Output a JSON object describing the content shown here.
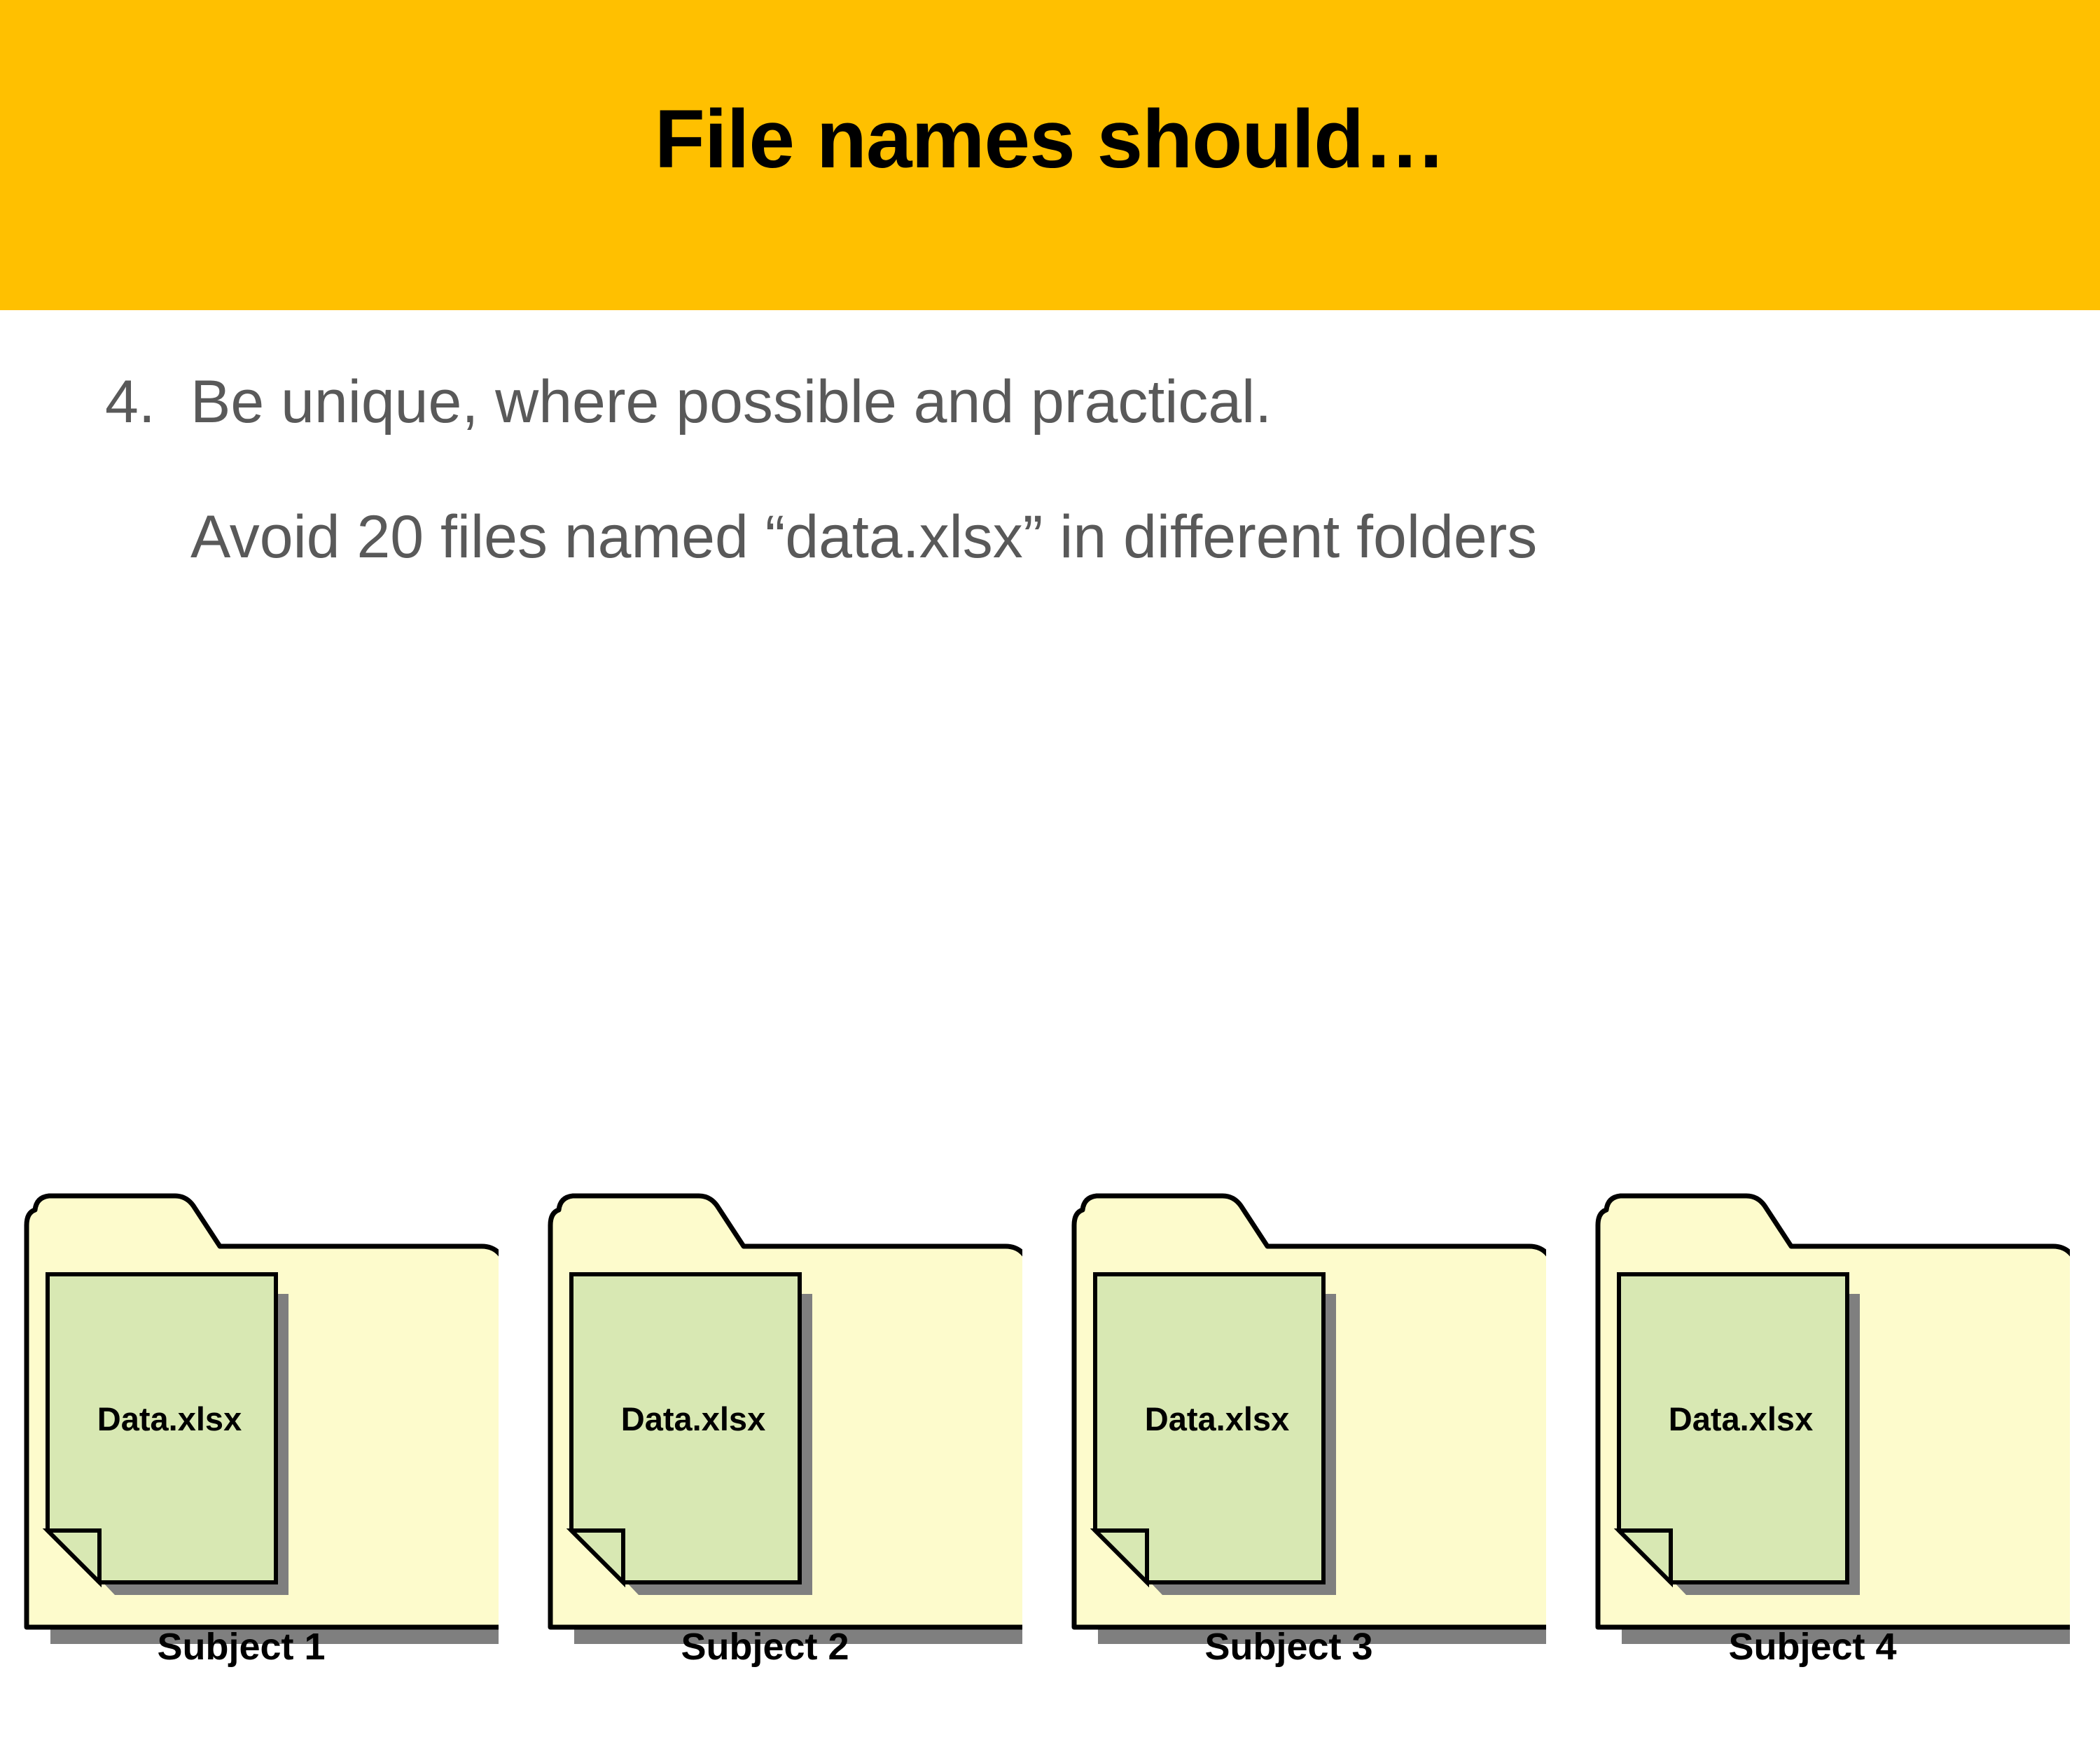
{
  "slide": {
    "title": "File names should…",
    "background_color": "#FFFFFF",
    "title_band_color": "#FFC000",
    "body_text_color": "#595959"
  },
  "body": {
    "bullet_number": "4.",
    "bullet_text": "Be unique, where possible and practical.",
    "sub_line": "Avoid 20 files named “data.xlsx” in different folders"
  },
  "folders": {
    "folder_fill": "#FDFBCC",
    "document_fill": "#D8E8B3",
    "shadow_color": "#7F7F7F",
    "outline_color": "#000000",
    "items": [
      {
        "file_label": "Data.xlsx",
        "caption": "Subject 1"
      },
      {
        "file_label": "Data.xlsx",
        "caption": "Subject 2"
      },
      {
        "file_label": "Data.xlsx",
        "caption": "Subject 3"
      },
      {
        "file_label": "Data.xlsx",
        "caption": "Subject 4"
      }
    ]
  }
}
